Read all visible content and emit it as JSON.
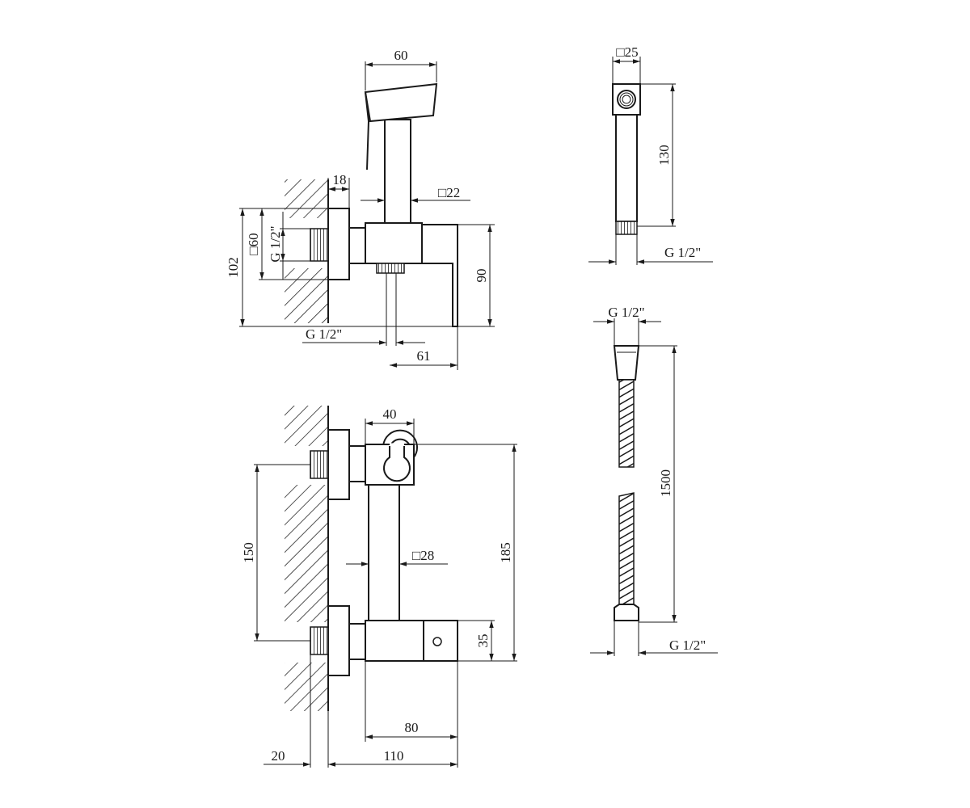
{
  "labels": {
    "handset_width": "60",
    "sq25": "□25",
    "dim130": "130",
    "dim18": "18",
    "sq22": "□22",
    "sq60": "□60",
    "g_top_vertical": "G 1/2\"",
    "dim102": "102",
    "dim90": "90",
    "g_handset": "G 1/2\"",
    "g_top_bottom": "G 1/2\"",
    "dim61": "61",
    "g_hose_top": "G 1/2\"",
    "dim1500": "1500",
    "dim40": "40",
    "dim150": "150",
    "sq28": "□28",
    "dim185": "185",
    "dim35": "35",
    "g_hose_bottom": "G 1/2\"",
    "dim80": "80",
    "dim20": "20",
    "dim110": "110"
  },
  "colors": {
    "line": "#1a1a1a",
    "background": "#ffffff"
  }
}
